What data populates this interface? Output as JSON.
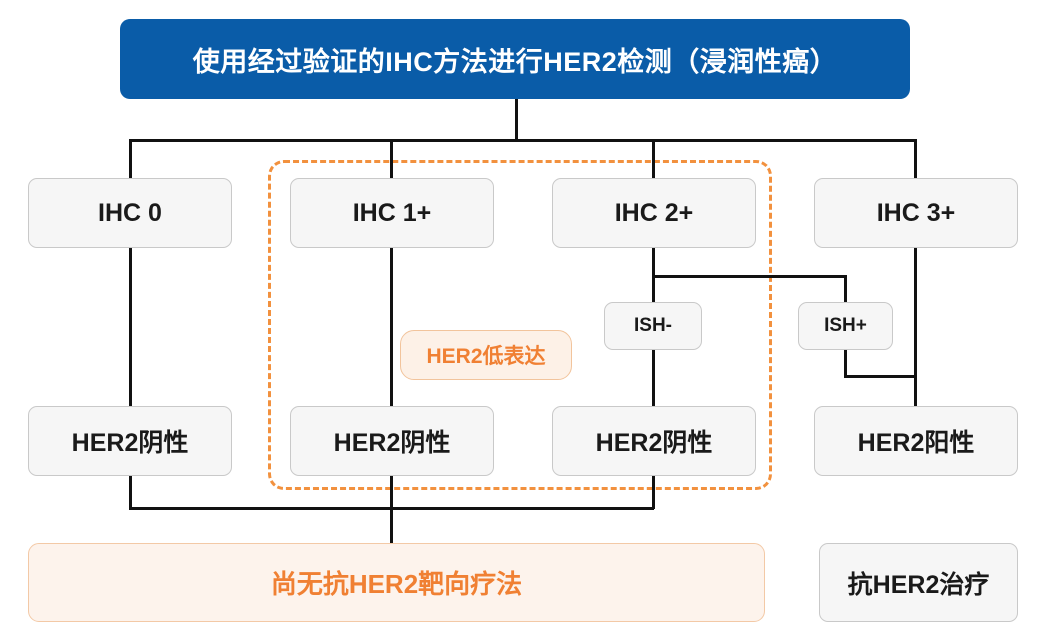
{
  "header": {
    "title": "使用经过验证的IHC方法进行HER2检测（浸润性癌）",
    "color": "#0A5CA8"
  },
  "colors": {
    "header_blue": "#0A5CA8",
    "accent_orange": "#F08033",
    "dashed_orange": "#F2913E",
    "node_fill": "#F6F6F6",
    "node_border": "#C9C9C9",
    "orange_fill": "#FDF3EC",
    "connector": "#111111"
  },
  "ihc_row": {
    "ihc0": "IHC 0",
    "ihc1": "IHC 1+",
    "ihc2": "IHC 2+",
    "ihc3": "IHC 3+"
  },
  "ish_row": {
    "ish_negative": "ISH-",
    "ish_positive": "ISH+"
  },
  "low_expression_label": "HER2低表达",
  "result_row": {
    "result_ihc0": "HER2阴性",
    "result_ihc1": "HER2阴性",
    "result_ihc2_ish_neg": "HER2阴性",
    "result_positive": "HER2阳性"
  },
  "treatment_row": {
    "no_targeted_therapy": "尚无抗HER2靶向疗法",
    "anti_her2_therapy": "抗HER2治疗"
  }
}
